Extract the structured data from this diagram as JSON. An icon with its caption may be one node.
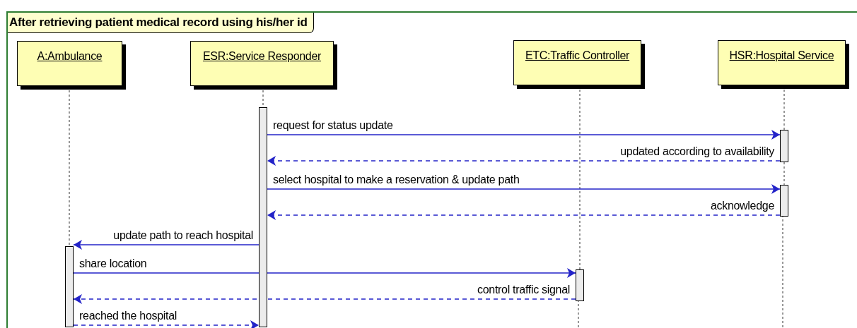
{
  "diagram": {
    "nodes": [
      {
        "text": [
          "After retrieving patient medical record using his/her id"
        ]
      },
      {
        "text": [
          "A:Ambulance"
        ],
        "in": 0
      },
      {
        "text": [
          "ESR:Service Responder"
        ],
        "in": 0
      },
      {
        "text": [
          "ETC:Traffic Controller"
        ],
        "in": 0
      },
      {
        "text": [
          "HSR:Hospital Service"
        ],
        "in": 0
      },
      {
        "text": [],
        "shape": "bar",
        "in": 0
      },
      {
        "text": [],
        "shape": "bar",
        "in": 0
      },
      {
        "text": [],
        "shape": "bar",
        "in": 0
      },
      {
        "text": [],
        "shape": "bar",
        "in": 0
      },
      {
        "text": [],
        "shape": "bar",
        "in": 0
      }
    ],
    "edges": [
      {
        "from": 1,
        "to": 8,
        "arrow": "none",
        "style": "dashed",
        "color": "#333333"
      },
      {
        "from": 2,
        "to": 5,
        "arrow": "none",
        "style": "dashed",
        "color": "#333333"
      },
      {
        "from": 3,
        "to": 9,
        "arrow": "none",
        "style": "dashed",
        "color": "#333333"
      },
      {
        "from": 4,
        "to": 6,
        "arrow": "none",
        "style": "dashed",
        "color": "#333333"
      },
      {
        "from": 6,
        "to": 7,
        "arrow": "none",
        "style": "dashed",
        "color": "#333333"
      },
      {
        "from": 5,
        "to": 6,
        "arrow": "to",
        "label": "request for status update"
      },
      {
        "from": 6,
        "to": 5,
        "arrow": "to",
        "label": "updated according to availability",
        "style": "dashed"
      },
      {
        "from": 5,
        "to": 7,
        "arrow": "to",
        "label": "select hospital to make a reservation & update path"
      },
      {
        "from": 7,
        "to": 5,
        "arrow": "to",
        "label": "acknowledge",
        "style": "dashed"
      },
      {
        "from": 5,
        "to": 8,
        "arrow": "to",
        "label": "update path to reach hospital"
      },
      {
        "from": 8,
        "to": 9,
        "arrow": "to",
        "label": "share location"
      },
      {
        "from": 9,
        "to": 8,
        "arrow": "to",
        "label": "control traffic signal",
        "style": "dashed"
      },
      {
        "from": 8,
        "to": 5,
        "arrow": "to",
        "label": "reached the hospital",
        "style": "dashed"
      }
    ]
  }
}
